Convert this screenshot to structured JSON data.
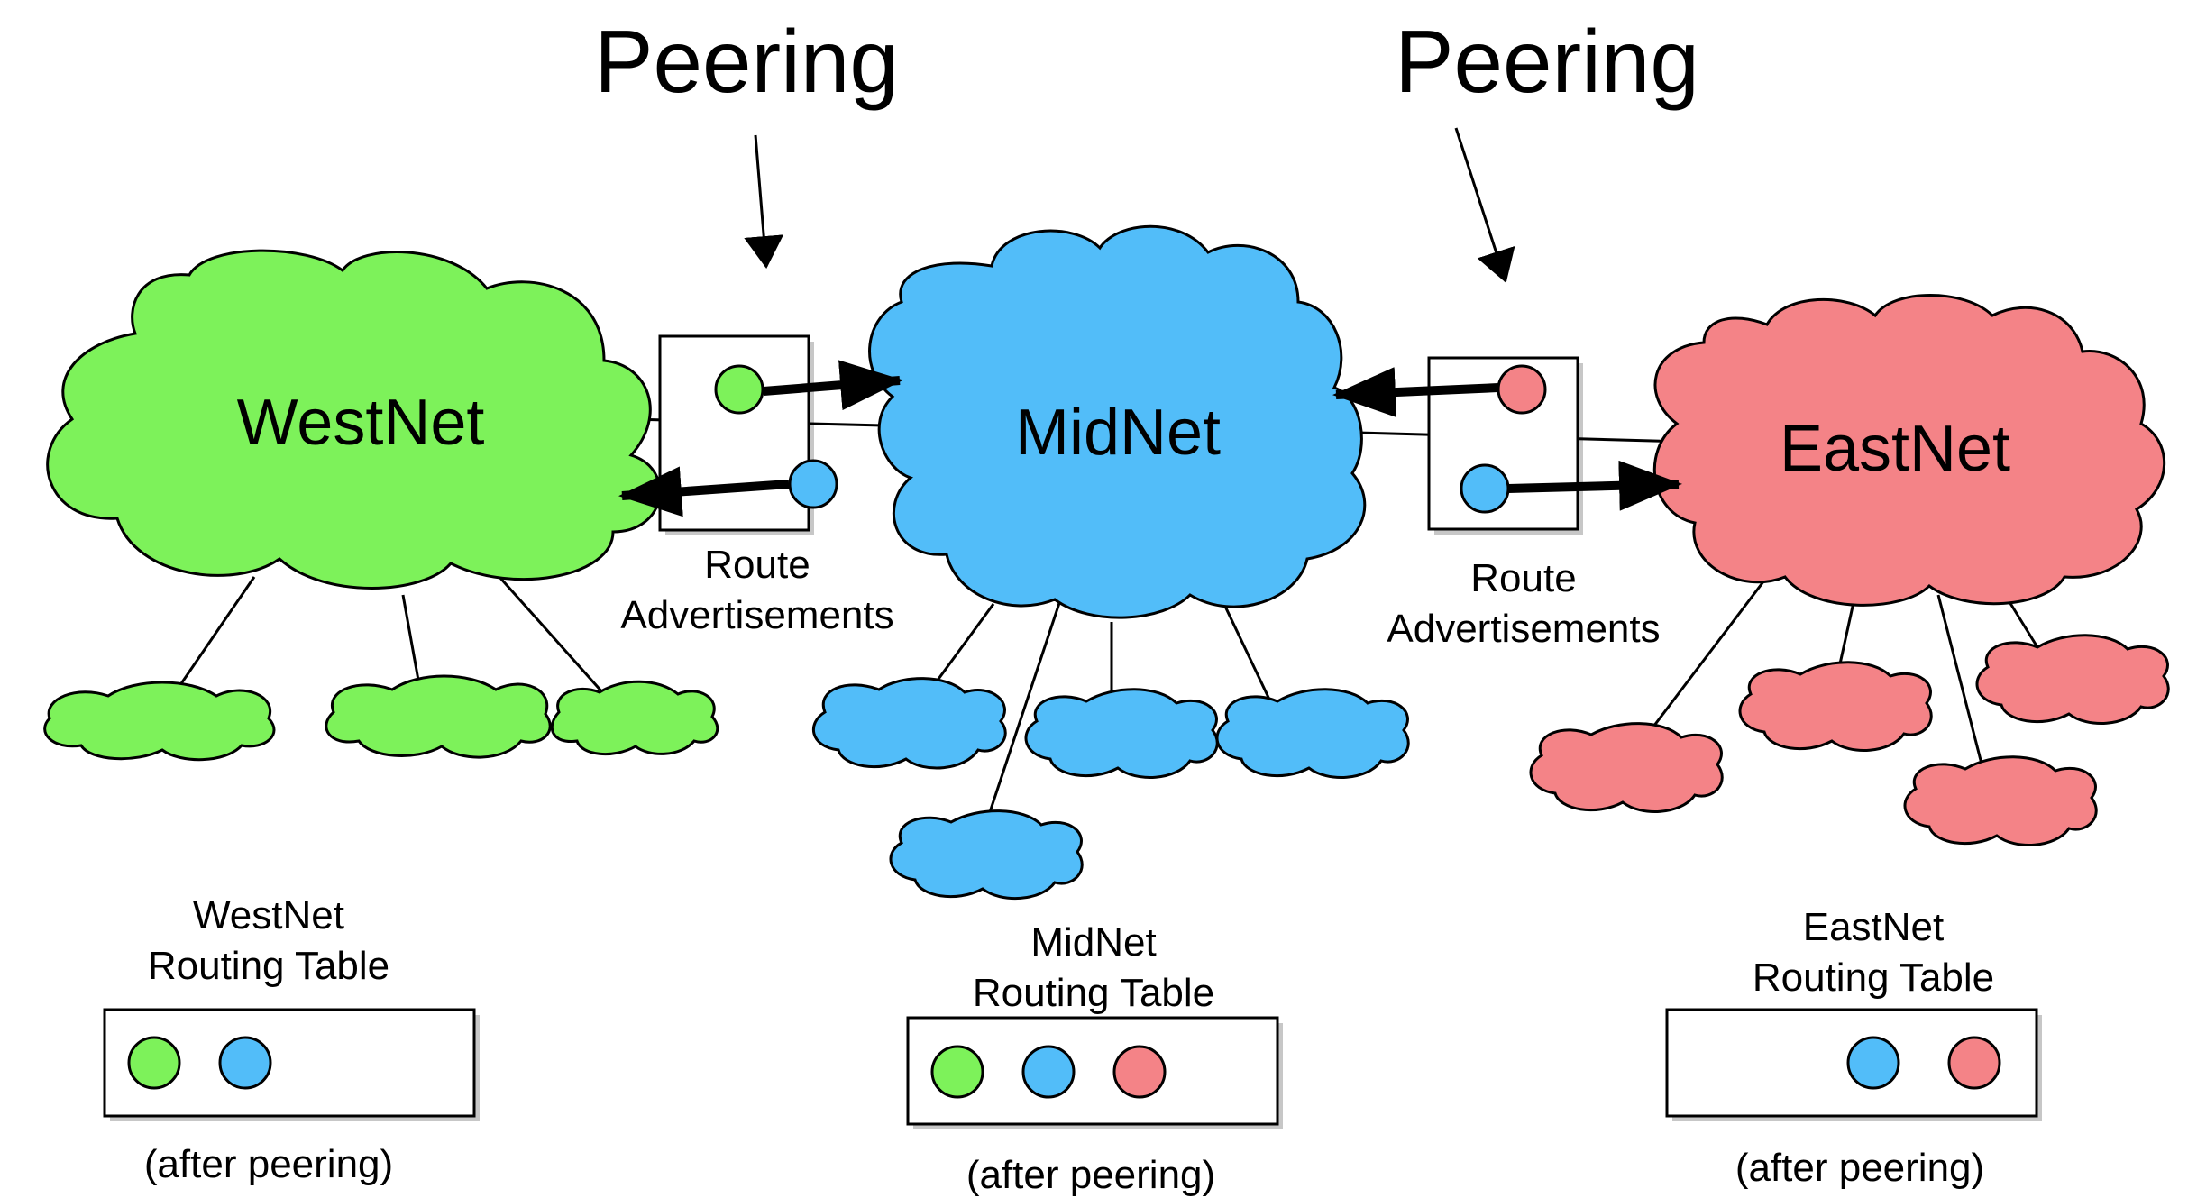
{
  "colors": {
    "west": "#7df25a",
    "mid": "#52bdf9",
    "east": "#f48387"
  },
  "peering_labels": [
    "Peering",
    "Peering"
  ],
  "route_advertisements": [
    {
      "line1": "Route",
      "line2": "Advertisements"
    },
    {
      "line1": "Route",
      "line2": "Advertisements"
    }
  ],
  "networks": {
    "west": "WestNet",
    "mid": "MidNet",
    "east": "EastNet"
  },
  "tables": {
    "west": {
      "line1": "WestNet",
      "line2": "Routing Table",
      "caption": "(after peering)",
      "entries": [
        "west",
        "mid"
      ]
    },
    "mid": {
      "line1": "MidNet",
      "line2": "Routing Table",
      "caption": "(after peering)",
      "entries": [
        "west",
        "mid",
        "east"
      ]
    },
    "east": {
      "line1": "EastNet",
      "line2": "Routing Table",
      "caption": "(after peering)",
      "entries": [
        "mid",
        "east"
      ]
    }
  }
}
